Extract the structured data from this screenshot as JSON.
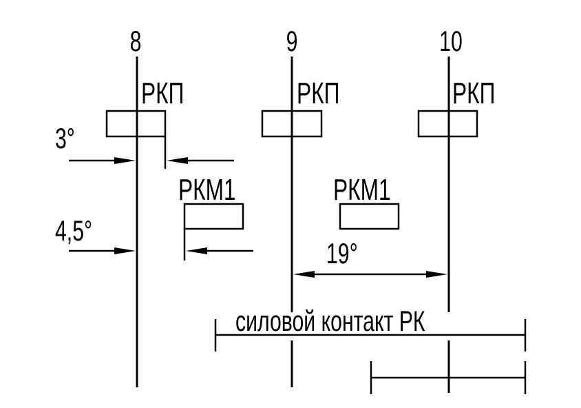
{
  "positions": [
    "8",
    "9",
    "10"
  ],
  "contact_labels": {
    "pos8_rkp": "РКП",
    "pos9_rkp": "РКП",
    "pos10_rkp": "РКП",
    "pos8_rkm": "РКМ1",
    "pos9_rkm": "РКМ1"
  },
  "angles": {
    "a1": "3°",
    "a2": "4,5°",
    "a3": "19°"
  },
  "power_contact_label": "силовой контакт РК",
  "colors": {
    "line": "#000000",
    "background": "#ffffff"
  }
}
